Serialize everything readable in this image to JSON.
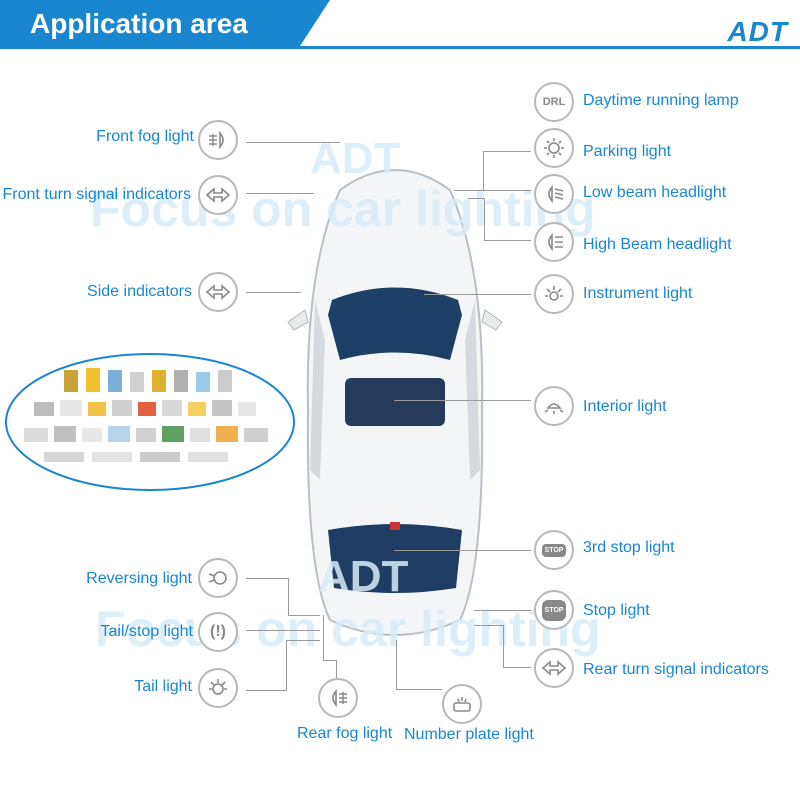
{
  "header": {
    "title": "Application area",
    "logo": "ADT"
  },
  "watermark": {
    "brand": "ADT",
    "slogan": "Focus on car lighting"
  },
  "labels": {
    "drl": "Daytime running lamp",
    "parking": "Parking light",
    "low_beam": "Low beam headlight",
    "high_beam": "High Beam headlight",
    "instrument": "Instrument light",
    "interior": "Interior light",
    "third_stop": "3rd stop light",
    "stop": "Stop light",
    "rear_turn": "Rear turn signal indicators",
    "front_fog": "Front fog light",
    "front_turn": "Front turn signal indicators",
    "side": "Side indicators",
    "reversing": "Reversing light",
    "tail_stop": "Tail/stop light",
    "tail": "Tail light",
    "rear_fog": "Rear fog light",
    "number_plate": "Number plate light"
  },
  "icons": {
    "drl_text": "DRL",
    "stop_text": "STOP",
    "tail_stop_text": "(!)"
  },
  "colors": {
    "brand": "#1a86cf",
    "label": "#1a86cf"
  }
}
